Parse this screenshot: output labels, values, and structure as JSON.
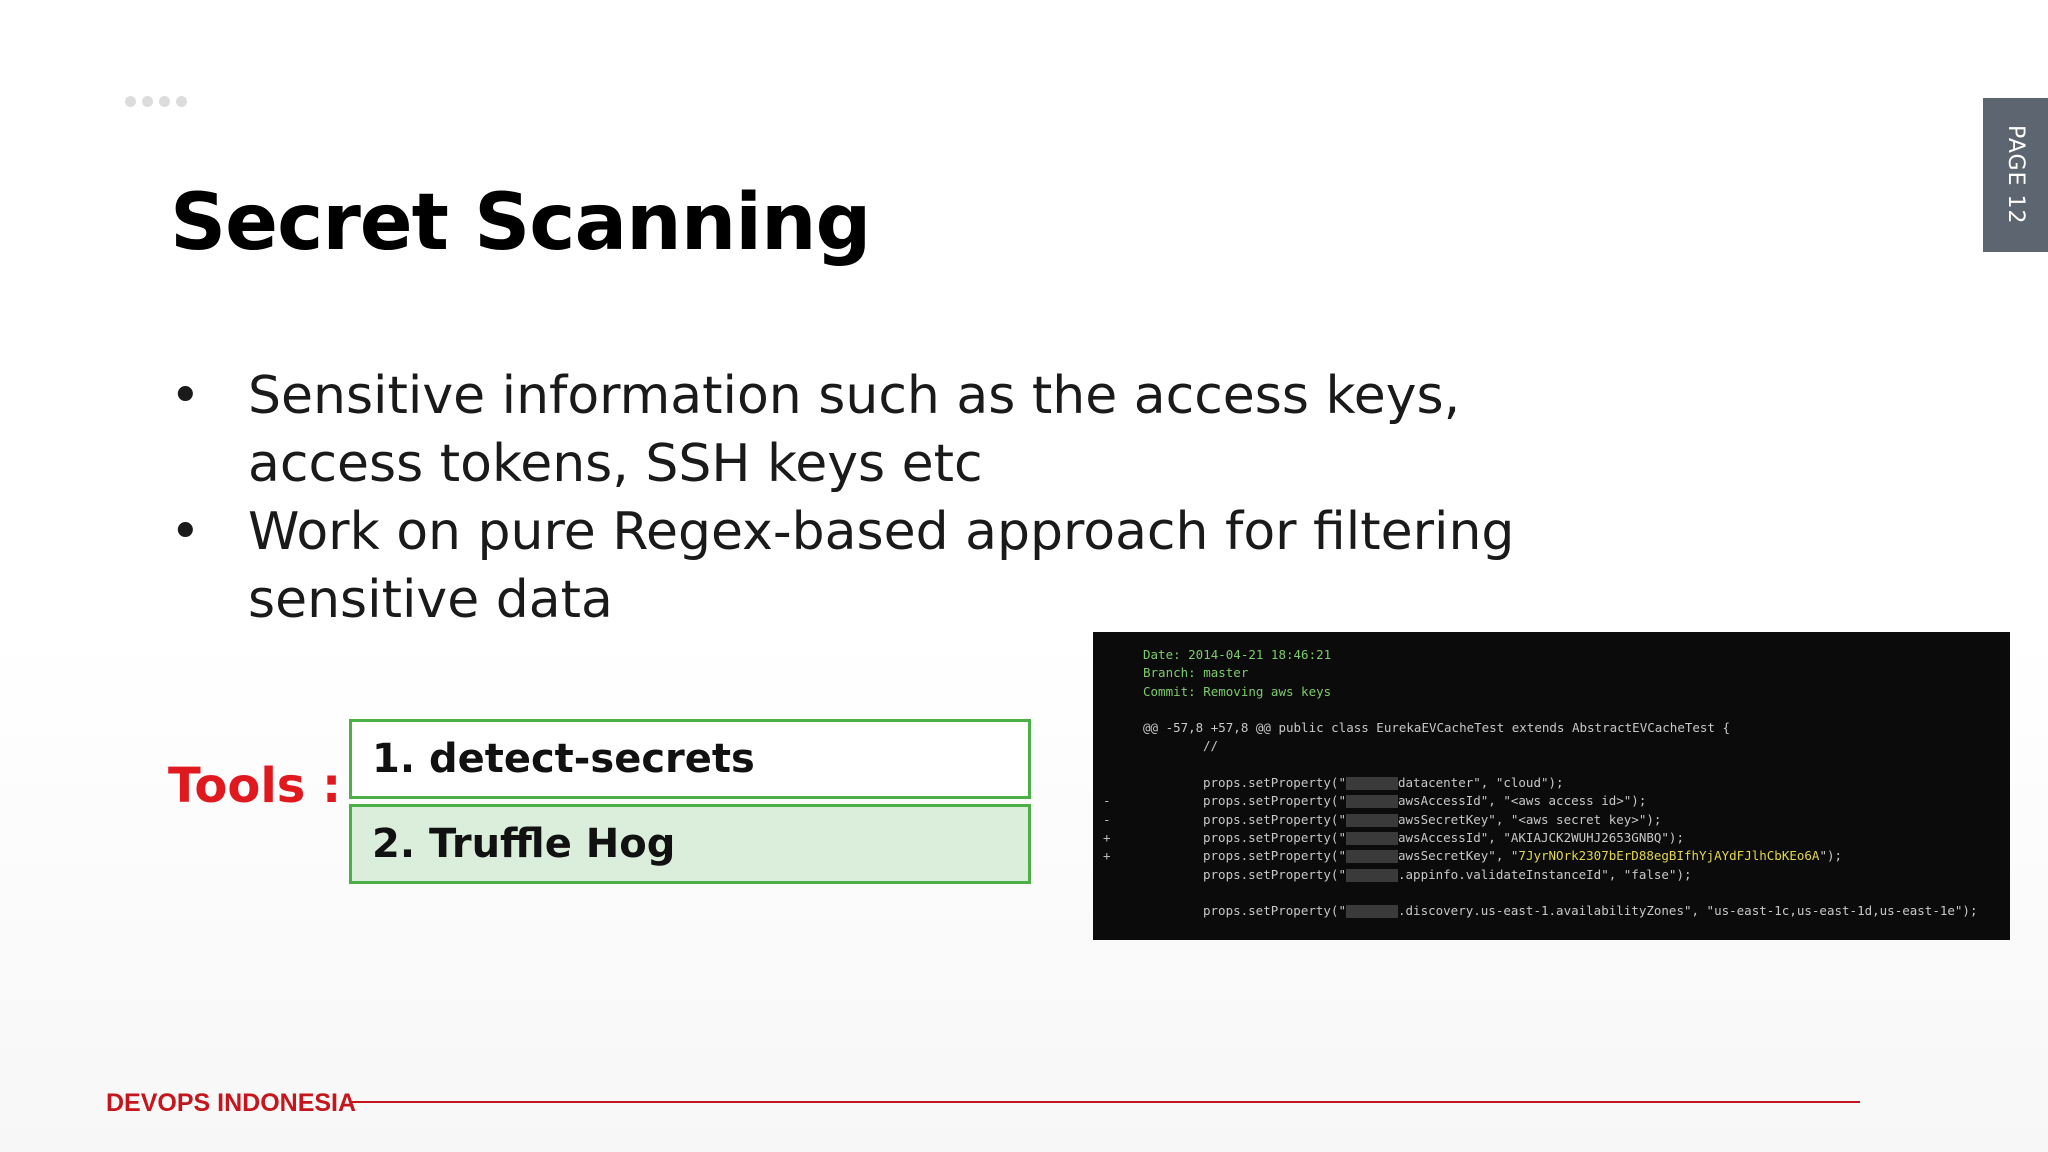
{
  "slide": {
    "title": "Secret Scanning",
    "page_tab": "PAGE 12",
    "bullets": [
      {
        "marker": "•",
        "lines": [
          "Sensitive information such as the access keys,",
          "access tokens, SSH keys etc"
        ]
      },
      {
        "marker": "•",
        "lines": [
          "Work on pure Regex-based approach for filtering",
          "sensitive data"
        ]
      }
    ],
    "tools_label": "Tools :",
    "tools": [
      "1. detect-secrets",
      "2. Truffle Hog"
    ],
    "footer": "DEVOPS INDONESIA"
  },
  "terminal": {
    "lines": [
      {
        "mark": "",
        "text": "Date: 2014-04-21 18:46:21",
        "color": "green"
      },
      {
        "mark": "",
        "text": "Branch: master",
        "color": "green"
      },
      {
        "mark": "",
        "text": "Commit: Removing aws keys",
        "color": "green"
      },
      {
        "mark": "",
        "text": "",
        "color": "plain"
      },
      {
        "mark": "",
        "text": "@@ -57,8 +57,8 @@ public class EurekaEVCacheTest extends AbstractEVCacheTest {",
        "color": "plain"
      },
      {
        "mark": "",
        "pre": "//",
        "text": "",
        "color": "plain"
      },
      {
        "mark": "",
        "text": "",
        "color": "plain"
      },
      {
        "mark": "",
        "pre": "props.setProperty(\"",
        "text": "datacenter\", \"cloud\");",
        "color": "plain",
        "blur": true
      },
      {
        "mark": "-",
        "pre": "props.setProperty(\"",
        "text": "awsAccessId\", \"<aws access id>\");",
        "color": "plain",
        "blur": true
      },
      {
        "mark": "-",
        "pre": "props.setProperty(\"",
        "text": "awsSecretKey\", \"<aws secret key>\");",
        "color": "plain",
        "blur": true
      },
      {
        "mark": "+",
        "pre": "props.setProperty(\"",
        "text": "awsAccessId\", \"AKIAJCK2WUHJ2653GNBQ\");",
        "color": "plain",
        "blur": true
      },
      {
        "mark": "+",
        "pre": "props.setProperty(\"",
        "text": "awsSecretKey\", \"",
        "highlight": "7JyrNOrk2307bErD88egBIfhYjAYdFJlhCbKEo6A",
        "tail": "\");",
        "color": "plain",
        "blur": true
      },
      {
        "mark": "",
        "pre": "props.setProperty(\"",
        "text": ".appinfo.validateInstanceId\", \"false\");",
        "color": "plain",
        "blur": true
      },
      {
        "mark": "",
        "text": "",
        "color": "plain"
      },
      {
        "mark": "",
        "pre": "props.setProperty(\"",
        "text": ".discovery.us-east-1.availabilityZones\", \"us-east-1c,us-east-1d,us-east-1e\");",
        "color": "plain",
        "blur": true
      }
    ]
  }
}
